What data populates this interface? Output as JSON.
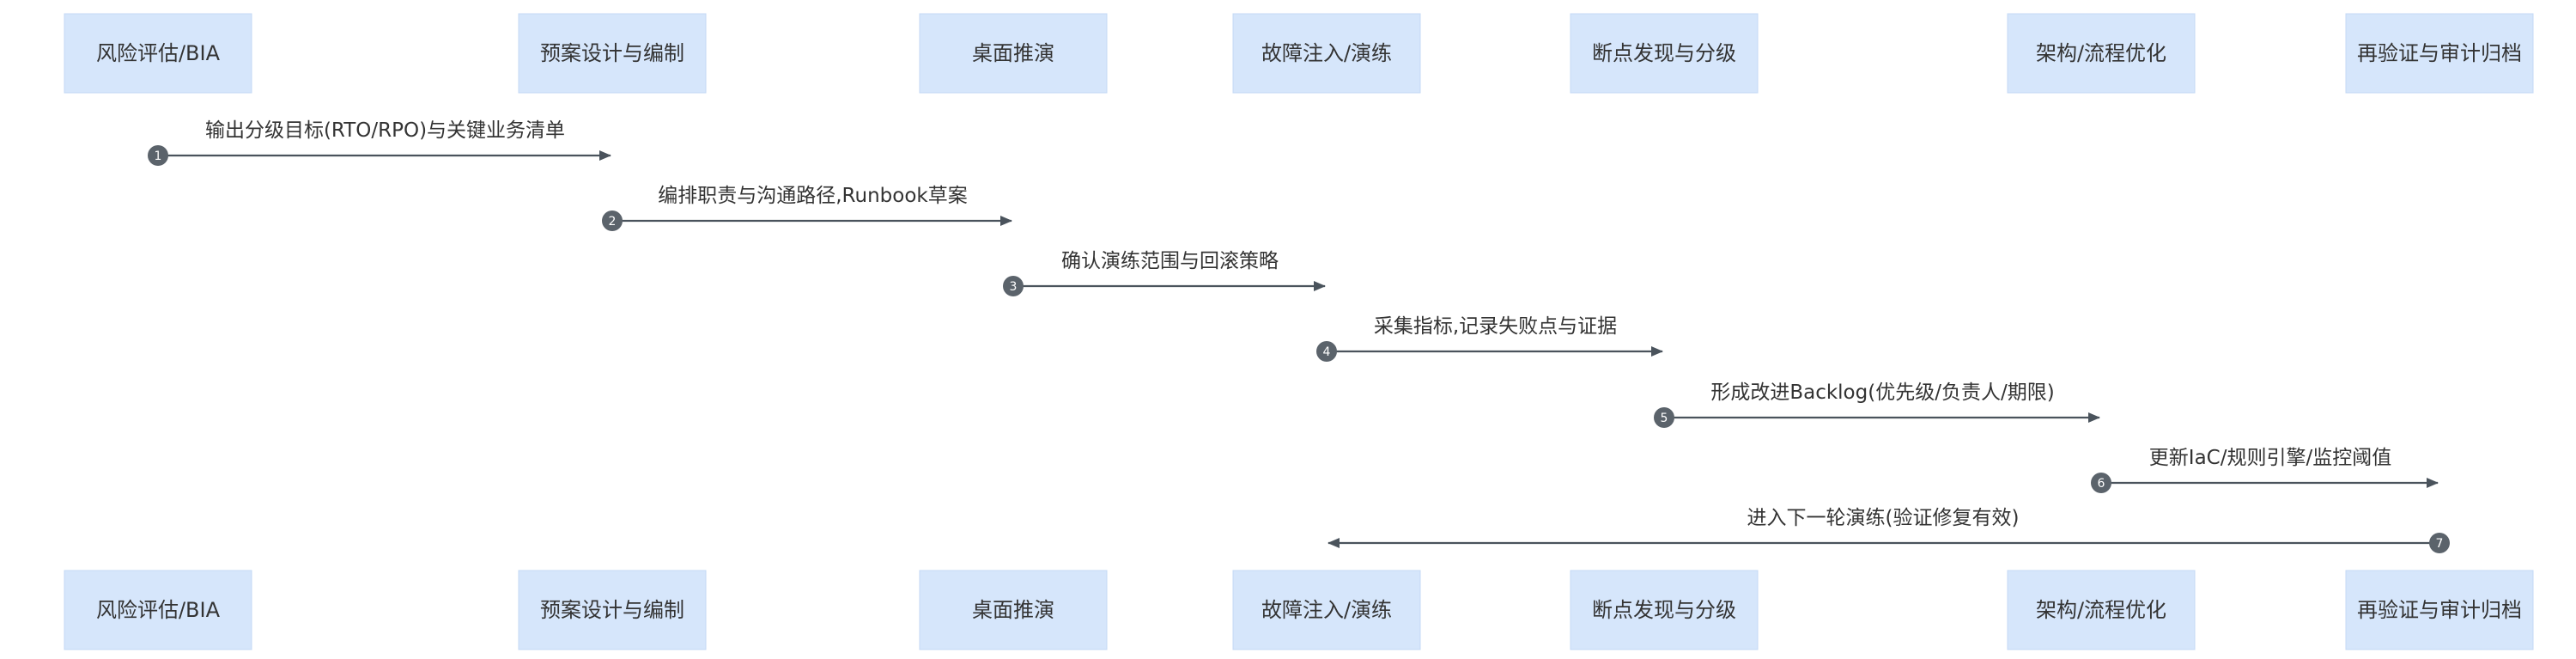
{
  "actors": [
    {
      "id": "bia",
      "label": "风险评估/BIA"
    },
    {
      "id": "plan",
      "label": "预案设计与编制"
    },
    {
      "id": "tabletop",
      "label": "桌面推演"
    },
    {
      "id": "drill",
      "label": "故障注入/演练"
    },
    {
      "id": "findings",
      "label": "断点发现与分级"
    },
    {
      "id": "optimize",
      "label": "架构/流程优化"
    },
    {
      "id": "audit",
      "label": "再验证与审计归档"
    }
  ],
  "messages": [
    {
      "step": "1",
      "from": "bia",
      "to": "plan",
      "label": "输出分级目标(RTO/RPO)与关键业务清单"
    },
    {
      "step": "2",
      "from": "plan",
      "to": "tabletop",
      "label": "编排职责与沟通路径,Runbook草案"
    },
    {
      "step": "3",
      "from": "tabletop",
      "to": "drill",
      "label": "确认演练范围与回滚策略"
    },
    {
      "step": "4",
      "from": "drill",
      "to": "findings",
      "label": "采集指标,记录失败点与证据"
    },
    {
      "step": "5",
      "from": "findings",
      "to": "optimize",
      "label": "形成改进Backlog(优先级/负责人/期限)"
    },
    {
      "step": "6",
      "from": "optimize",
      "to": "audit",
      "label": "更新IaC/规则引擎/监控阈值"
    },
    {
      "step": "7",
      "from": "audit",
      "to": "drill",
      "label": "进入下一轮演练(验证修复有效)"
    }
  ],
  "colors": {
    "actor_fill": "#d6e6fb",
    "line": "#4a535c",
    "step_dot": "#5b636b",
    "text": "#333333"
  }
}
